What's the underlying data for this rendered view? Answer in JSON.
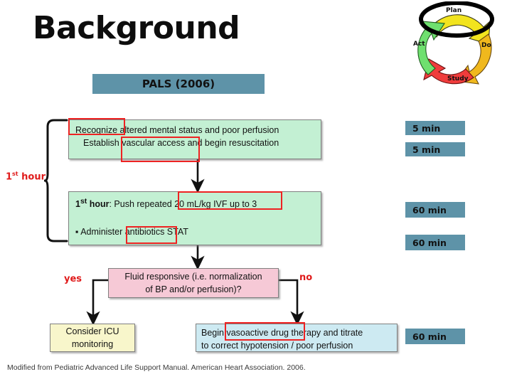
{
  "slide": {
    "title": "Background",
    "banner_label": "PALS (2006)",
    "footnote": "Modified from Pediatric Advanced Life Support Manual. American Heart Association. 2006."
  },
  "pdsa_cycle": {
    "plan": "Plan",
    "do": "Do",
    "study": "Study",
    "act": "Act",
    "colors": {
      "plan": "#f2e41e",
      "do": "#f0b81d",
      "study": "#f03c3c",
      "act": "#6fe06f",
      "highlight_ring": "#000000"
    }
  },
  "flow": {
    "bracket_label_main": "1",
    "bracket_label_sup": "st",
    "bracket_label_tail": " hour",
    "box_recognize": {
      "line1": "Recognize altered mental status and poor perfusion",
      "line2": "Establish vascular access and begin resuscitation",
      "color": "#c3f0d3"
    },
    "box_firsthour": {
      "prefix_num": "1",
      "prefix_sup": "st",
      "prefix_tail": " hour",
      "line1_rest": ": Push repeated 20 mL/kg IVF up to 3",
      "line2": "▪ Administer antibiotics STAT",
      "color": "#c3f0d3"
    },
    "box_decision": {
      "line1": "Fluid responsive (i.e. normalization",
      "line2": "of BP and/or perfusion)?",
      "color": "#f6c9d6"
    },
    "box_icu": {
      "line1": "Consider ICU",
      "line2": "monitoring",
      "color": "#f8f6cb"
    },
    "box_vasoactive": {
      "line1": "Begin vasoactive drug therapy and titrate",
      "line2": "to correct hypotension / poor perfusion",
      "color": "#cdeaf2"
    },
    "branch_yes": "yes",
    "branch_no": "no",
    "highlight_color": "#ee2222",
    "highlights": [
      "Recognize",
      "vascular access",
      "20 mL/kg IVF up to 3",
      "antibiotics",
      "vasoactive drug"
    ]
  },
  "time_badges": {
    "color": "#5e93a8",
    "items": [
      {
        "label": "5 min"
      },
      {
        "label": "5 min"
      },
      {
        "label": "60 min"
      },
      {
        "label": "60 min"
      },
      {
        "label": "60 min"
      }
    ]
  }
}
